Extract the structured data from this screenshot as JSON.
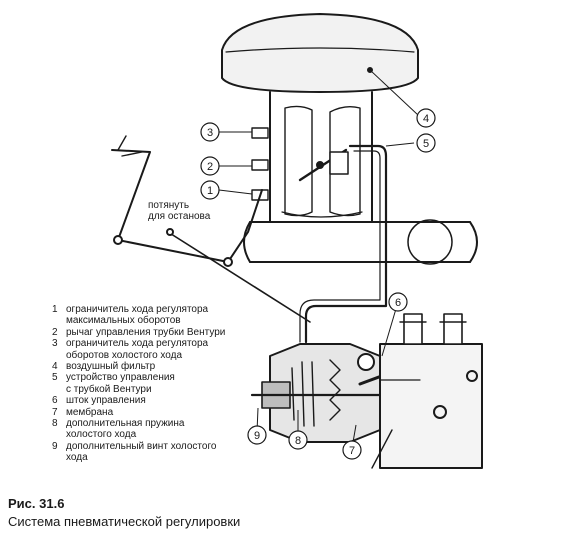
{
  "figure": {
    "number": "Рис. 31.6",
    "caption": "Система пневматической регулировки",
    "pull_note": "потянуть\nдля останова"
  },
  "callouts": [
    "1",
    "2",
    "3",
    "4",
    "5",
    "6",
    "7",
    "8",
    "9"
  ],
  "legend": [
    {
      "num": "1",
      "text": "ограничитель хода регулятора\nмаксимальных оборотов"
    },
    {
      "num": "2",
      "text": "рычаг управления трубки Вентури"
    },
    {
      "num": "3",
      "text": "ограничитель хода регулятора\nоборотов холостого хода"
    },
    {
      "num": "4",
      "text": "воздушный фильтр"
    },
    {
      "num": "5",
      "text": "устройство управления\nс трубкой Вентури"
    },
    {
      "num": "6",
      "text": "шток управления"
    },
    {
      "num": "7",
      "text": "мембрана"
    },
    {
      "num": "8",
      "text": "дополнительная пружина\nхолостого хода"
    },
    {
      "num": "9",
      "text": "дополнительный винт холостого\nхода"
    }
  ]
}
